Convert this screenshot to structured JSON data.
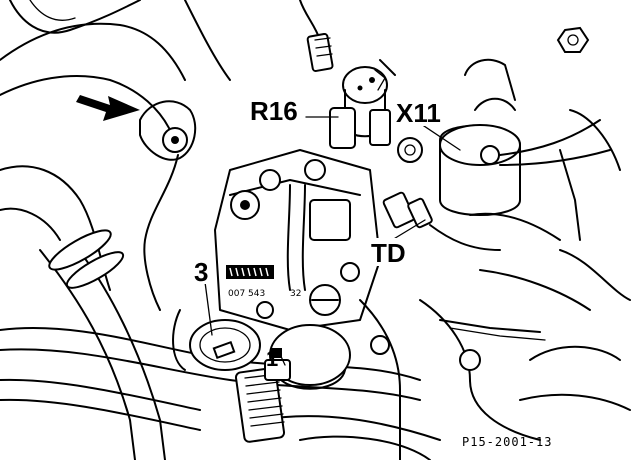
{
  "labels": {
    "r16": "R16",
    "x11": "X11",
    "td": "TD",
    "part3": "3",
    "part1": "1"
  },
  "housing_text": {
    "line1": "007 543",
    "line2": "32"
  },
  "reference": "P15-2001-13"
}
